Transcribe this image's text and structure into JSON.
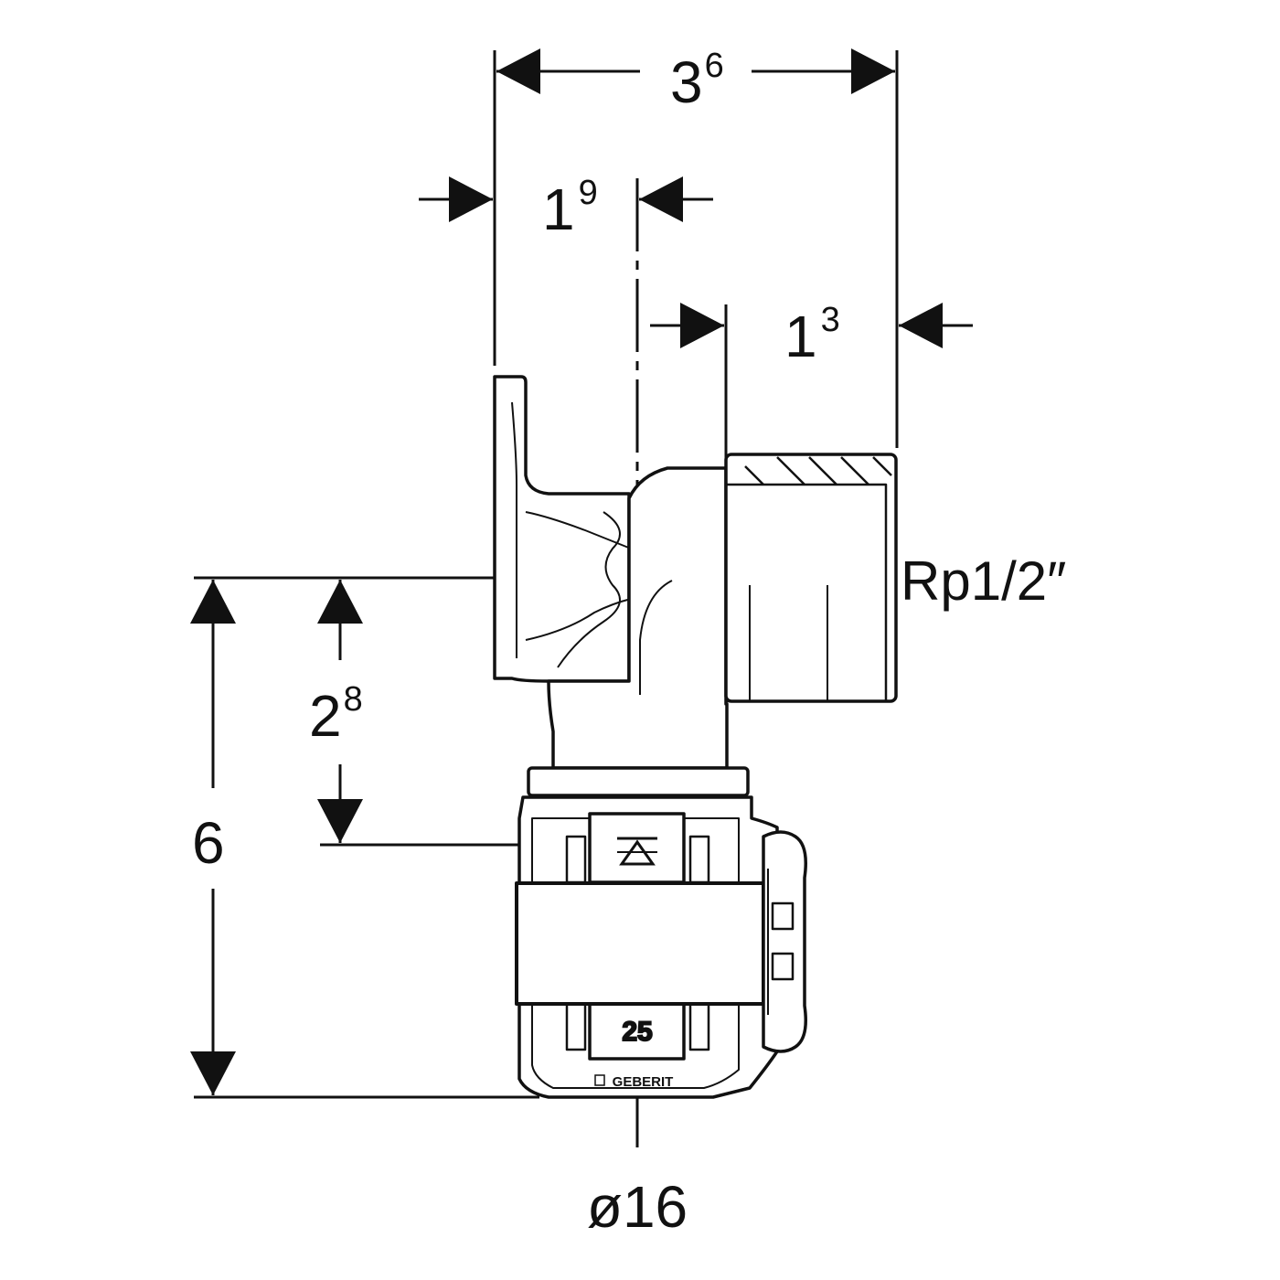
{
  "dimensions": {
    "overall_width": {
      "base": "3",
      "sup": "6"
    },
    "wall_to_axis": {
      "base": "1",
      "sup": "9"
    },
    "thread_length": {
      "base": "1",
      "sup": "3"
    },
    "axis_to_stop": {
      "base": "2",
      "sup": "8"
    },
    "total_height": {
      "base": "6"
    }
  },
  "thread_label": "Rp1/2″",
  "pipe_diameter_label": "ø16",
  "size_marking": "25",
  "brand_marking": "GEBERIT",
  "colors": {
    "line": "#111111",
    "background": "#ffffff"
  }
}
